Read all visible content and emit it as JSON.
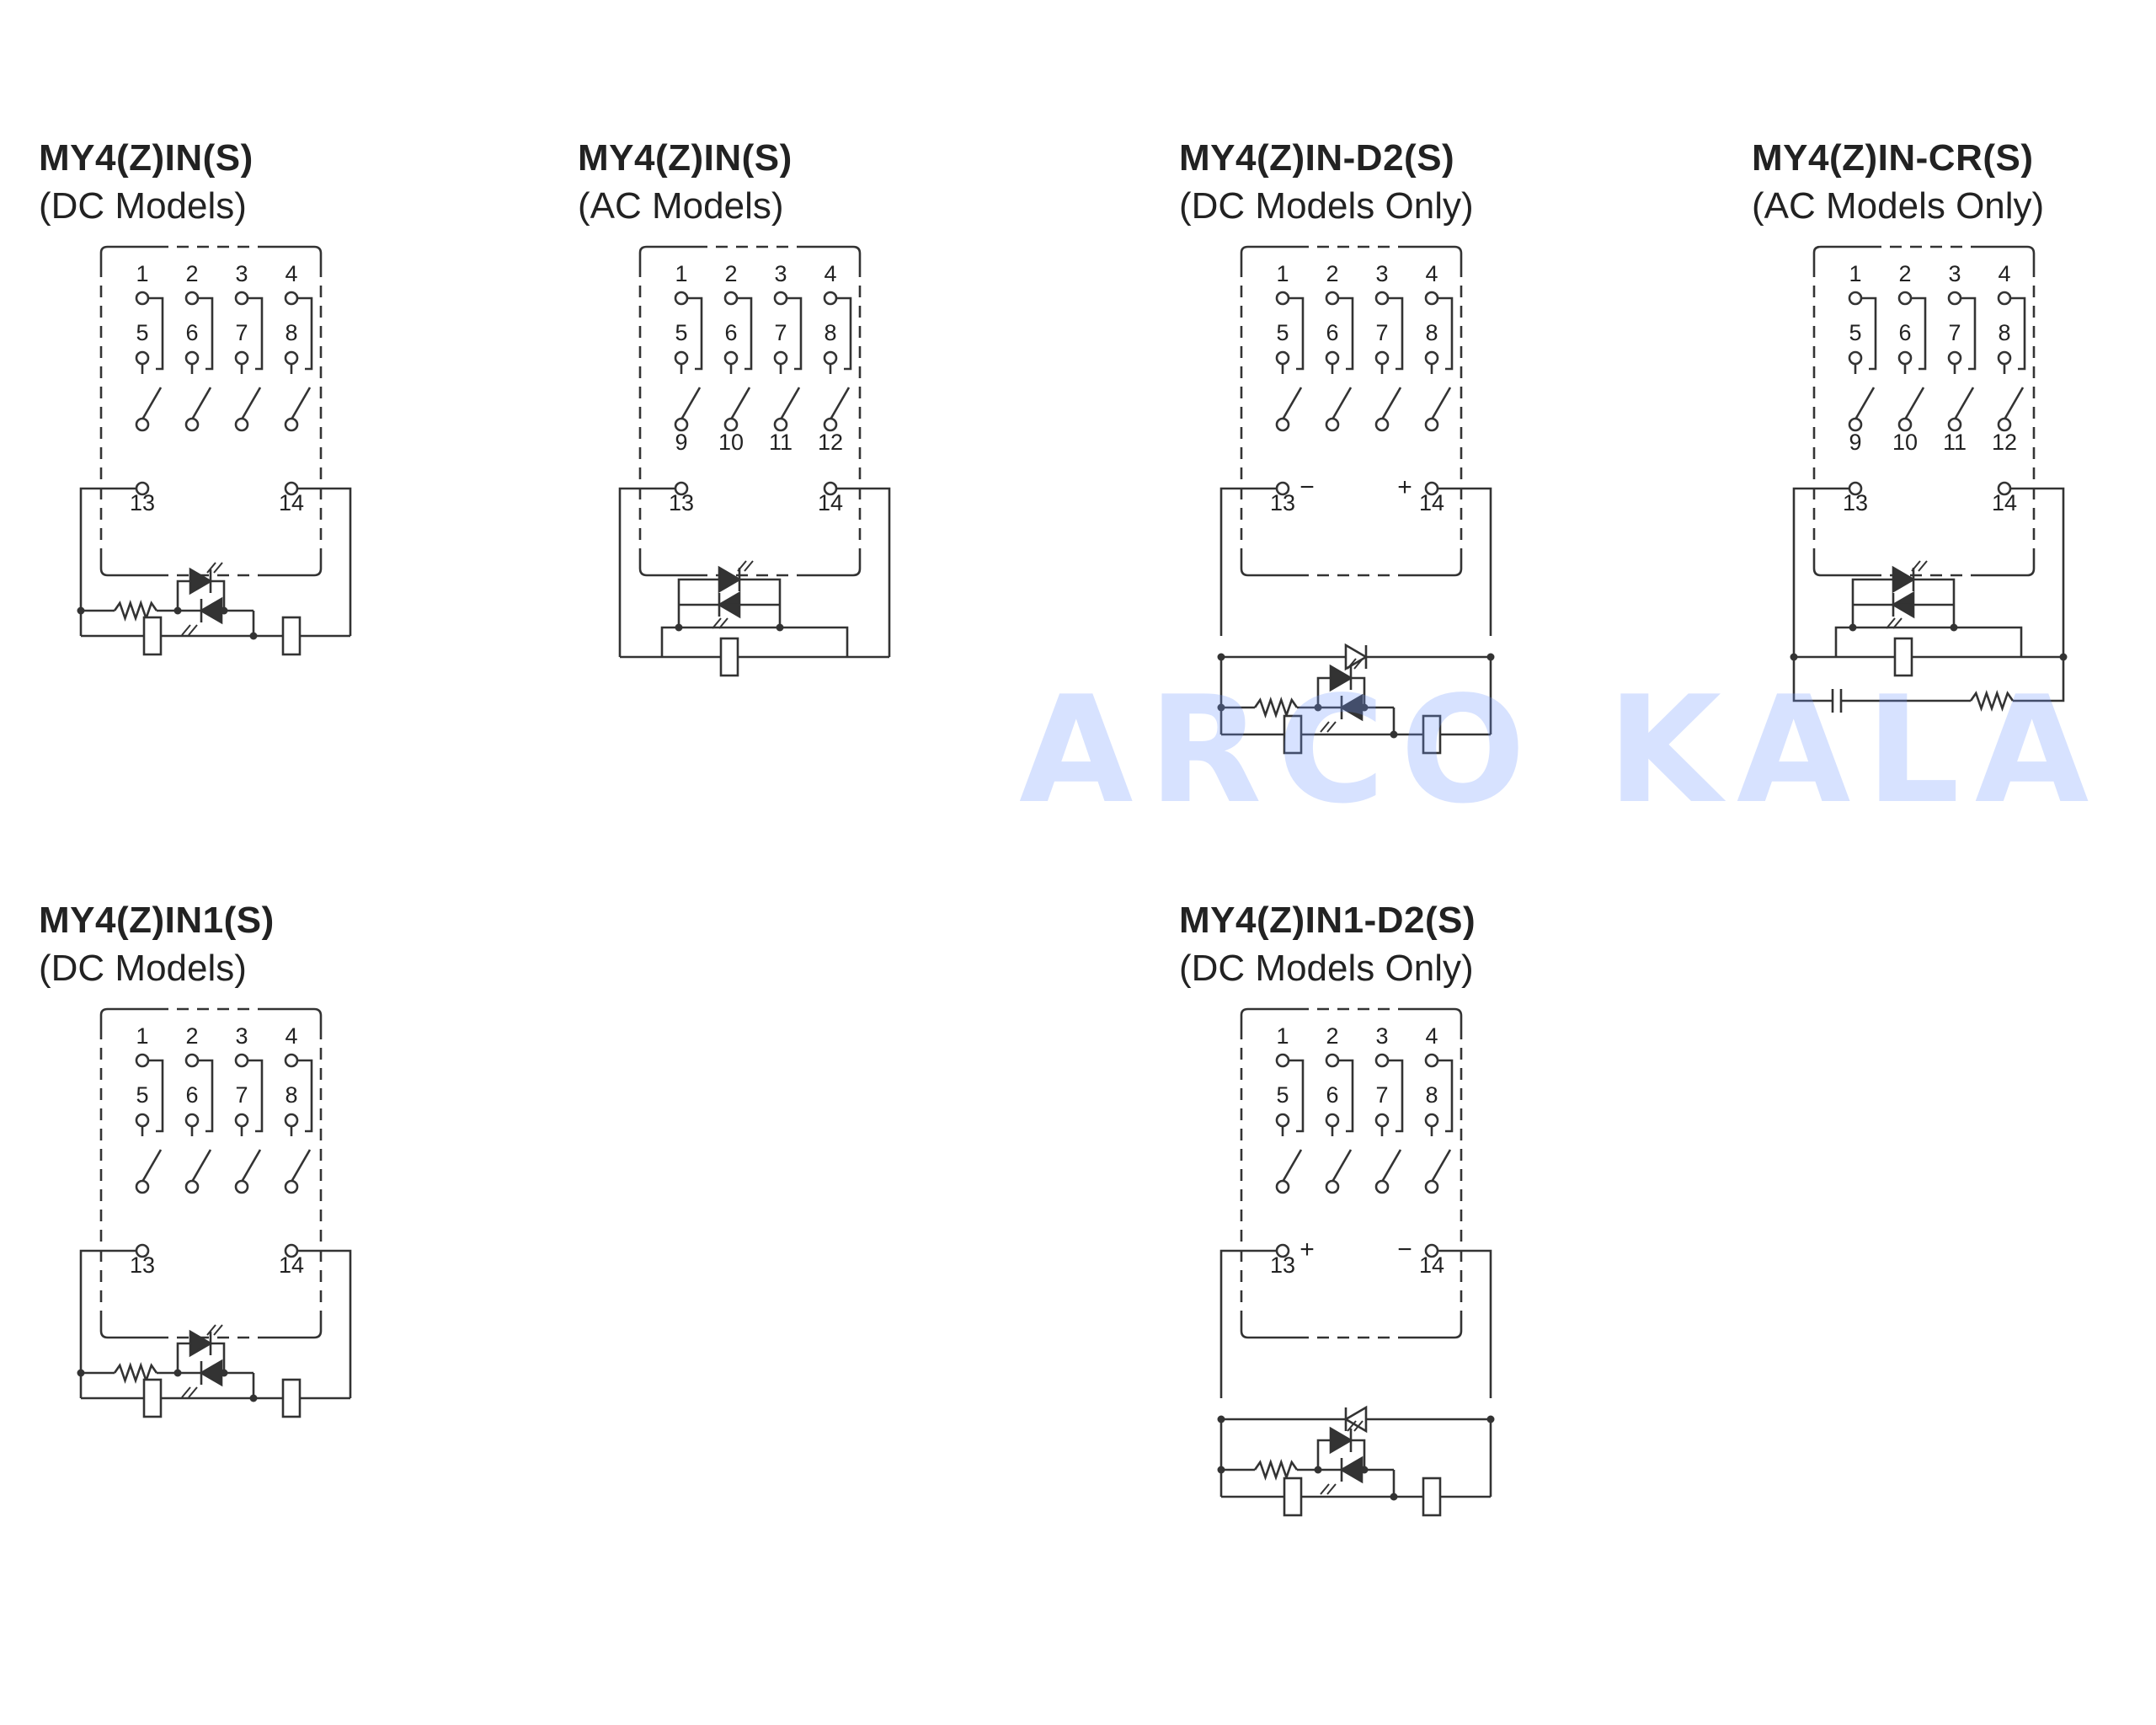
{
  "panels": [
    {
      "title": "MY4(Z)IN(S)",
      "subtitle": "(DC Models)",
      "variant": "dc",
      "pins": [
        "1",
        "2",
        "3",
        "4",
        "5",
        "6",
        "7",
        "8",
        "",
        "",
        "",
        "",
        "13",
        "14"
      ],
      "polarity": [
        "",
        ""
      ]
    },
    {
      "title": "MY4(Z)IN(S)",
      "subtitle": "(AC Models)",
      "variant": "ac",
      "pins": [
        "1",
        "2",
        "3",
        "4",
        "5",
        "6",
        "7",
        "8",
        "9",
        "10",
        "11",
        "12",
        "13",
        "14"
      ],
      "polarity": [
        "",
        ""
      ]
    },
    {
      "title": "MY4(Z)IN-D2(S)",
      "subtitle": "(DC Models Only)",
      "variant": "d2",
      "pins": [
        "1",
        "2",
        "3",
        "4",
        "5",
        "6",
        "7",
        "8",
        "",
        "",
        "",
        "",
        "13",
        "14"
      ],
      "polarity": [
        "−",
        "+"
      ]
    },
    {
      "title": "MY4(Z)IN-CR(S)",
      "subtitle": "(AC Models Only)",
      "variant": "cr",
      "pins": [
        "1",
        "2",
        "3",
        "4",
        "5",
        "6",
        "7",
        "8",
        "9",
        "10",
        "11",
        "12",
        "13",
        "14"
      ],
      "polarity": [
        "",
        ""
      ]
    },
    {
      "title": "MY4(Z)IN1(S)",
      "subtitle": "(DC Models)",
      "variant": "dc1",
      "pins": [
        "1",
        "2",
        "3",
        "4",
        "5",
        "6",
        "7",
        "8",
        "",
        "",
        "",
        "",
        "13",
        "14"
      ],
      "polarity": [
        "",
        ""
      ]
    },
    {
      "title": "MY4(Z)IN1-D2(S)",
      "subtitle": "(DC Models Only)",
      "variant": "d2n",
      "pins": [
        "1",
        "2",
        "3",
        "4",
        "5",
        "6",
        "7",
        "8",
        "",
        "",
        "",
        "",
        "13",
        "14"
      ],
      "polarity": [
        "+",
        "−"
      ]
    }
  ],
  "watermark": "ARCO KALA"
}
